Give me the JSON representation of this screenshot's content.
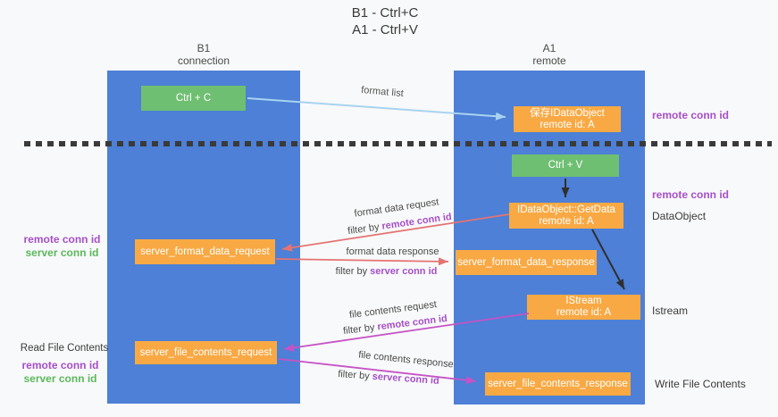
{
  "title": {
    "line1": "B1 - Ctrl+C",
    "line2": "A1 - Ctrl+V"
  },
  "columns": {
    "left": {
      "name": "B1",
      "role": "connection"
    },
    "right": {
      "name": "A1",
      "role": "remote"
    }
  },
  "nodes": {
    "ctrl_c": {
      "label": "Ctrl + C"
    },
    "save_dataobject": {
      "line1": "保存IDataObject",
      "line2": "remote id: A"
    },
    "ctrl_v": {
      "label": "Ctrl + V"
    },
    "getdata": {
      "line1": "IDataObject::GetData",
      "line2": "remote id: A"
    },
    "format_request": {
      "label": "server_format_data_request"
    },
    "format_response": {
      "label": "server_format_data_response"
    },
    "istream": {
      "line1": "IStream",
      "line2": "remote id: A"
    },
    "file_request": {
      "label": "server_file_contents_request"
    },
    "file_response": {
      "label": "server_file_contents_response"
    }
  },
  "flow_labels": {
    "format_list": "format list",
    "format_request": {
      "line1": "format data request",
      "filter_prefix": "filter by ",
      "filter_id": "remote conn id"
    },
    "format_response": {
      "line1": "format data response",
      "filter_prefix": "filter by ",
      "filter_id": "server conn id"
    },
    "file_request": {
      "line1": "file contents request",
      "filter_prefix": "filter by ",
      "filter_id": "remote conn id"
    },
    "file_response": {
      "line1": "file contents response",
      "filter_prefix": "filter by ",
      "filter_id": "server conn id"
    }
  },
  "left_labels": {
    "ids_top": {
      "remote": "remote conn id",
      "server": "server conn id"
    },
    "read_file": "Read File Contents",
    "ids_bottom": {
      "remote": "remote conn id",
      "server": "server conn id"
    }
  },
  "right_labels": {
    "remote_conn_top": "remote conn id",
    "remote_conn_mid": "remote conn id",
    "dataobject": "DataObject",
    "istream": "Istream",
    "write_file": "Write File Contents"
  },
  "colors": {
    "page-bg": "#f8f9fa",
    "column-blue": "#4d80d6",
    "box-orange": "#f8a944",
    "box-green": "#6fbf72",
    "arrow-lightblue": "#a8d3f0",
    "arrow-black": "#2f2f2f",
    "arrow-red": "#e57373",
    "arrow-magenta": "#c653c6",
    "text-purple": "#a64fc8",
    "text-green": "#5cb85c",
    "text-dark": "#3c3c3c",
    "dash": "#3a3a3a"
  }
}
